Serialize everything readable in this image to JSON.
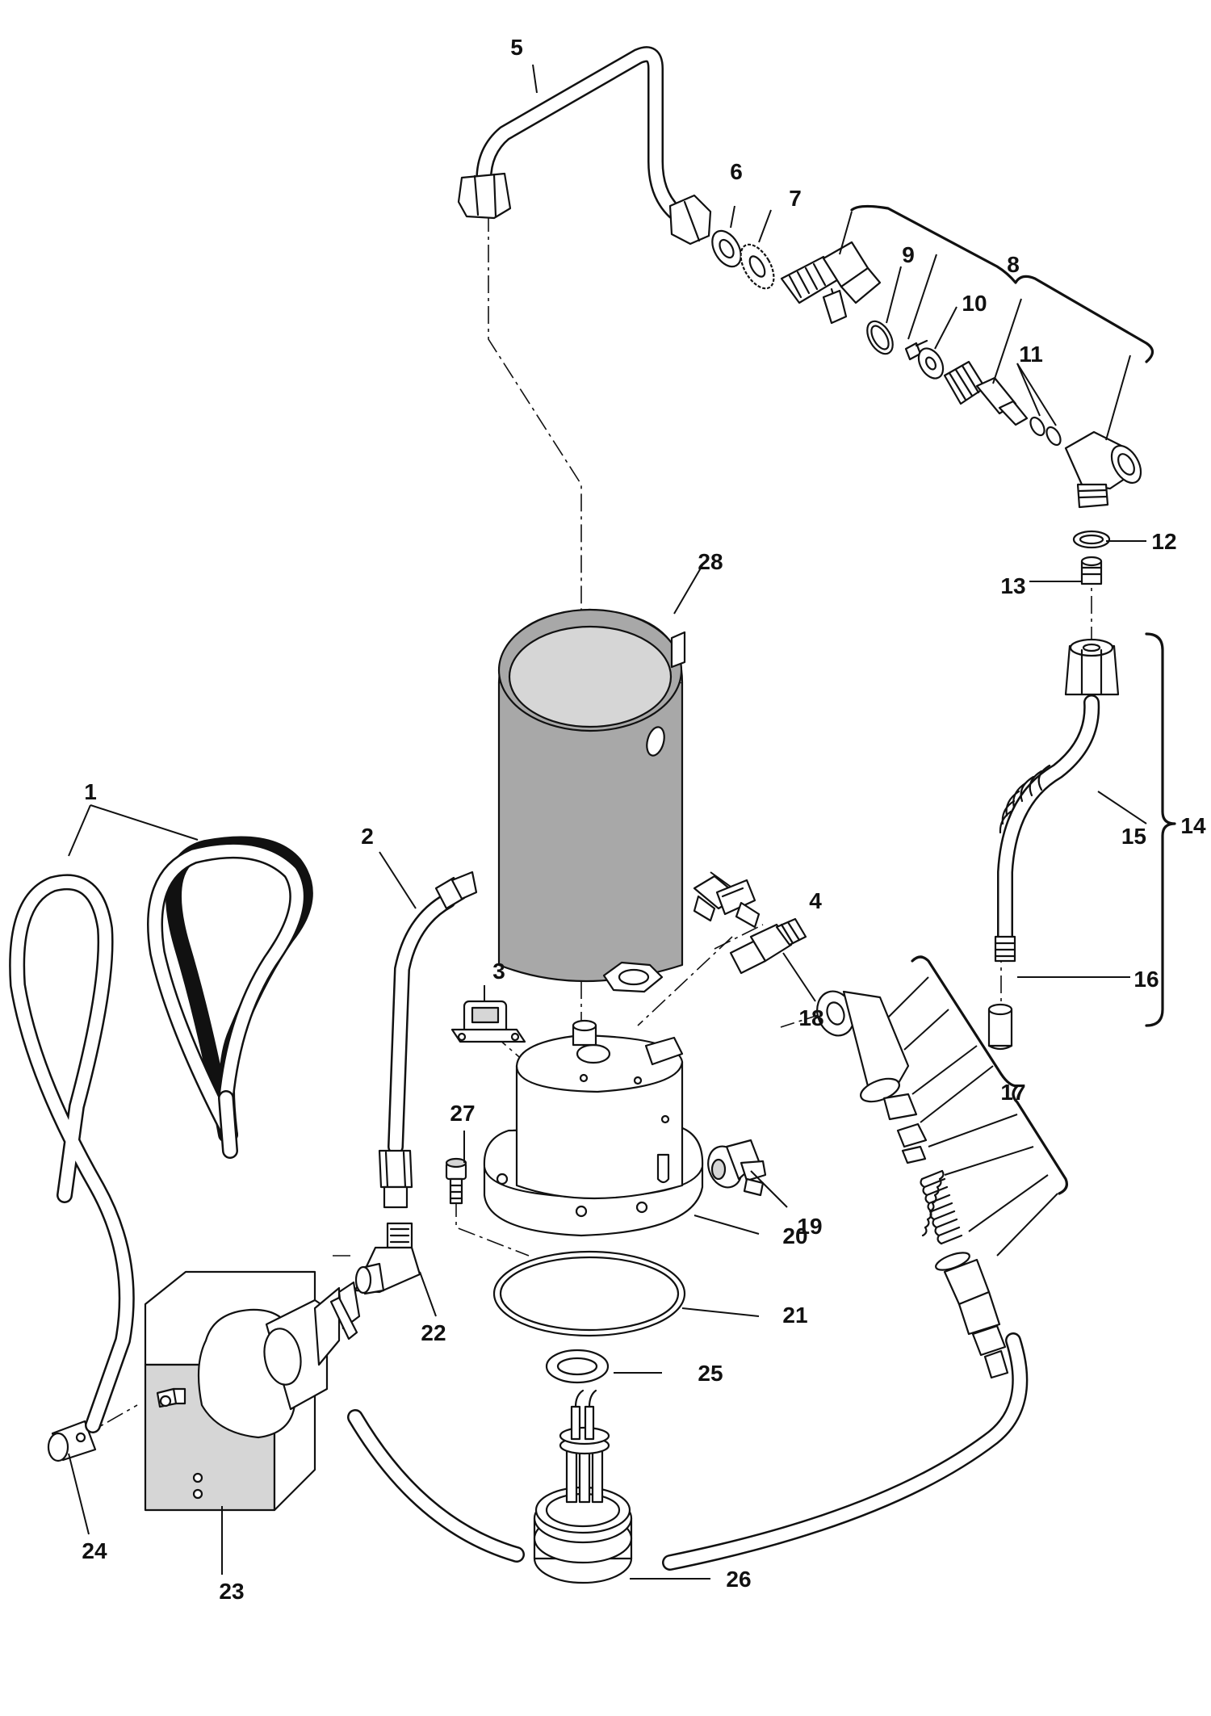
{
  "diagram": {
    "type": "exploded-parts-diagram",
    "callouts": [
      {
        "id": "1",
        "text": "1"
      },
      {
        "id": "2",
        "text": "2"
      },
      {
        "id": "3",
        "text": "3"
      },
      {
        "id": "4",
        "text": "4"
      },
      {
        "id": "5",
        "text": "5"
      },
      {
        "id": "6",
        "text": "6"
      },
      {
        "id": "7",
        "text": "7"
      },
      {
        "id": "8",
        "text": "8"
      },
      {
        "id": "9",
        "text": "9"
      },
      {
        "id": "10",
        "text": "10"
      },
      {
        "id": "11",
        "text": "11"
      },
      {
        "id": "12",
        "text": "12"
      },
      {
        "id": "13",
        "text": "13"
      },
      {
        "id": "14",
        "text": "14"
      },
      {
        "id": "15",
        "text": "15"
      },
      {
        "id": "16",
        "text": "16"
      },
      {
        "id": "17",
        "text": "17"
      },
      {
        "id": "18",
        "text": "18"
      },
      {
        "id": "19",
        "text": "19"
      },
      {
        "id": "20",
        "text": "20"
      },
      {
        "id": "21",
        "text": "21"
      },
      {
        "id": "22",
        "text": "22"
      },
      {
        "id": "23",
        "text": "23"
      },
      {
        "id": "24",
        "text": "24"
      },
      {
        "id": "25",
        "text": "25"
      },
      {
        "id": "26",
        "text": "26"
      },
      {
        "id": "27",
        "text": "27"
      },
      {
        "id": "28",
        "text": "28"
      }
    ]
  },
  "colors": {
    "ink": "#111111",
    "background": "#ffffff",
    "insulation_fill": "#a8a8a8"
  }
}
